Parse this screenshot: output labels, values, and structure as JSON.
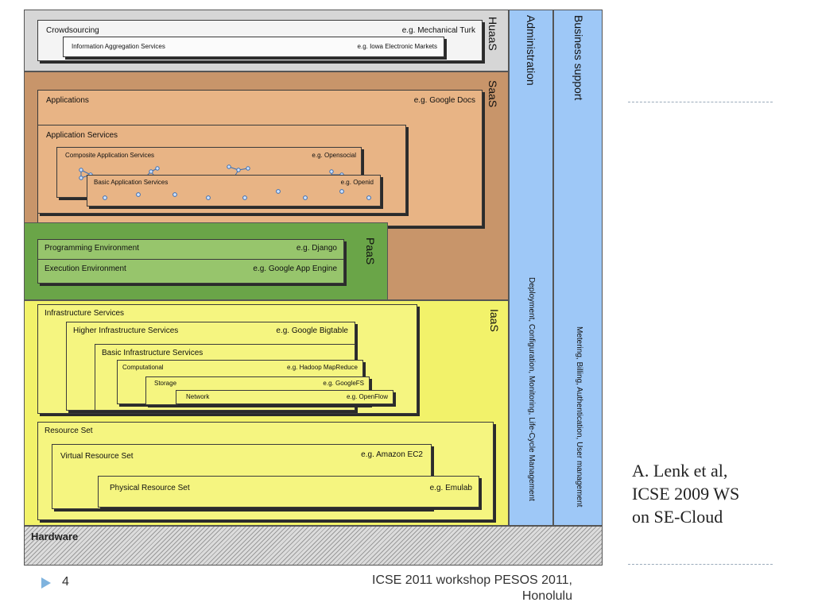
{
  "colors": {
    "huaas_bg": "#d6d6d6",
    "saas_bg": "#c8956a",
    "saas_box": "#e8b485",
    "paas_bg": "#6aa548",
    "paas_box": "#97c56c",
    "iaas_bg": "#f2f26a",
    "iaas_box": "#f5f580",
    "side_blue": "#9ec8f7",
    "accent_arrow": "#7fb3de"
  },
  "diagram": {
    "huaas": {
      "label": "HuaaS",
      "crowdsourcing": "Crowdsourcing",
      "crowdsourcing_eg": "e.g. Mechanical Turk",
      "info_agg": "Information Aggregation Services",
      "info_agg_eg": "e.g. Iowa Electronic Markets"
    },
    "saas": {
      "label": "SaaS",
      "applications": "Applications",
      "applications_eg": "e.g. Google Docs",
      "app_services": "Application Services",
      "composite": "Composite Application Services",
      "composite_eg": "e.g. Opensocial",
      "basic_app": "Basic Application Services",
      "basic_app_eg": "e.g. Openid"
    },
    "paas": {
      "label": "PaaS",
      "programming": "Programming Environment",
      "programming_eg": "e.g. Django",
      "execution": "Execution Environment",
      "execution_eg": "e.g. Google App Engine"
    },
    "iaas": {
      "label": "IaaS",
      "infra_services": "Infrastructure Services",
      "higher_infra": "Higher Infrastructure Services",
      "higher_infra_eg": "e.g. Google Bigtable",
      "basic_infra": "Basic Infrastructure Services",
      "computational": "Computational",
      "computational_eg": "e.g. Hadoop MapReduce",
      "storage": "Storage",
      "storage_eg": "e.g. GoogleFS",
      "network": "Network",
      "network_eg": "e.g. OpenFlow",
      "resource_set": "Resource Set",
      "virtual_resource": "Virtual Resource Set",
      "virtual_resource_eg": "e.g. Amazon EC2",
      "physical_resource": "Physical Resource Set",
      "physical_resource_eg": "e.g. Emulab"
    },
    "hardware": "Hardware",
    "administration": "Administration",
    "administration_detail": "Deployment, Configuration, Monitoring, Life-Cycle Management",
    "business_support": "Business support",
    "business_support_detail": "Metering, Billing, Authentication, User management"
  },
  "caption": {
    "line1": "A. Lenk et al,",
    "line2": "ICSE 2009 WS",
    "line3": "on SE-Cloud"
  },
  "footer": {
    "page_number": "4",
    "line1": "ICSE 2011 workshop PESOS 2011,",
    "line2": "Honolulu"
  }
}
